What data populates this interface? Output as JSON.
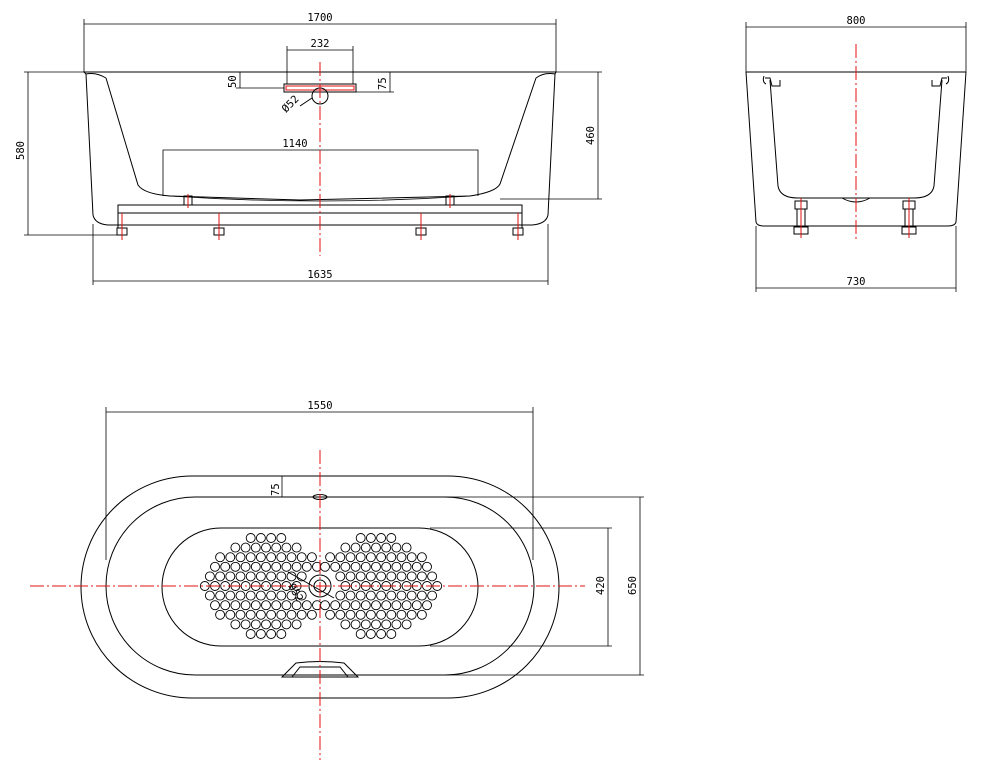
{
  "colors": {
    "line": "#000000",
    "centerline": "#e01010",
    "background": "#ffffff"
  },
  "front_view": {
    "overall_length": "1700",
    "faucet_width": "232",
    "faucet_offset": "50",
    "faucet_height": "75",
    "drain_diameter": "Ø52",
    "inner_length": "1140",
    "total_height": "580",
    "inner_depth": "460",
    "base_length": "1635"
  },
  "side_view": {
    "overall_width": "800",
    "base_width": "730"
  },
  "top_view": {
    "length": "1550",
    "rim_offset": "75",
    "inner_width": "420",
    "outer_width": "650",
    "drain_label": "Ø52"
  }
}
